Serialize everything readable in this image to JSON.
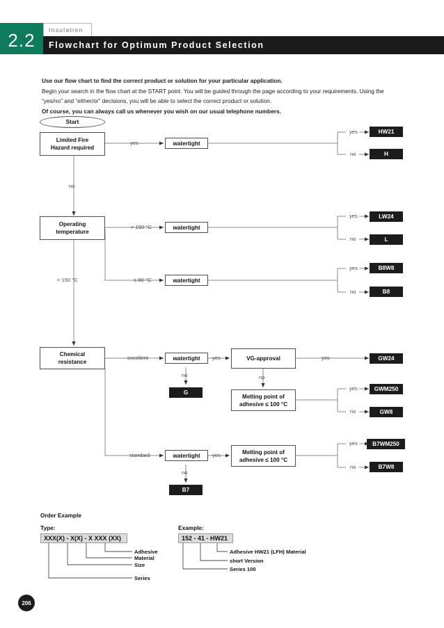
{
  "header": {
    "section_number": "2.2",
    "tab_label": "Insulation",
    "title": "Flowchart for Optimum Product Selection",
    "green": "#107a5c",
    "black": "#1a1a1a"
  },
  "intro": {
    "line1": "Use our flow chart to find the correct product or solution for your particular application.",
    "line2": "Begin your search in the flow chart at the START point. You will be guided through the page according to your requirements. Using the",
    "line3": "“yes/no” and “either/or” decisions, you will be able to select the correct product or solution.",
    "line4": "Of course, you can always call us whenever you wish on our usual telephone numbers."
  },
  "flow": {
    "start": "Start",
    "nodes": {
      "limited_fire": "Limited Fire\nHazard required",
      "operating_temp": "Operating\ntemperature",
      "chemical_resistance": "Chemical\nresistance",
      "watertight": "watertight",
      "vg_approval": "VG-approval",
      "melting_point": "Melting point of\nadhesive ≤ 100 °C"
    },
    "labels": {
      "yes": "yes",
      "no": "no",
      "gt150": "> 150 °C",
      "le80": "≤ 80 °C",
      "excellent": "excellent",
      "standard": "standard"
    },
    "results": {
      "hw21": "HW21",
      "h": "H",
      "lw24": "LW24",
      "l": "L",
      "b8w8": "B8W8",
      "b8": "B8",
      "g": "G",
      "gw24": "GW24",
      "gwm250": "GWM250",
      "gw8": "GW8",
      "b7": "B7",
      "b7wm250": "B7WM250",
      "b7w8": "B7W8"
    }
  },
  "order_example": {
    "heading": "Order Example",
    "type_label": "Type:",
    "example_label": "Example:",
    "type_code": "XXX(X) - X(X) - X XXX (XX)",
    "example_code": "152 - 41 - HW21",
    "type_legend": [
      "Adhesive",
      "Material",
      "Size",
      "Series"
    ],
    "example_legend": [
      "Adhesive HW21 (LFH) Material",
      "short  Version",
      "Series 100"
    ]
  },
  "page_number": "206"
}
